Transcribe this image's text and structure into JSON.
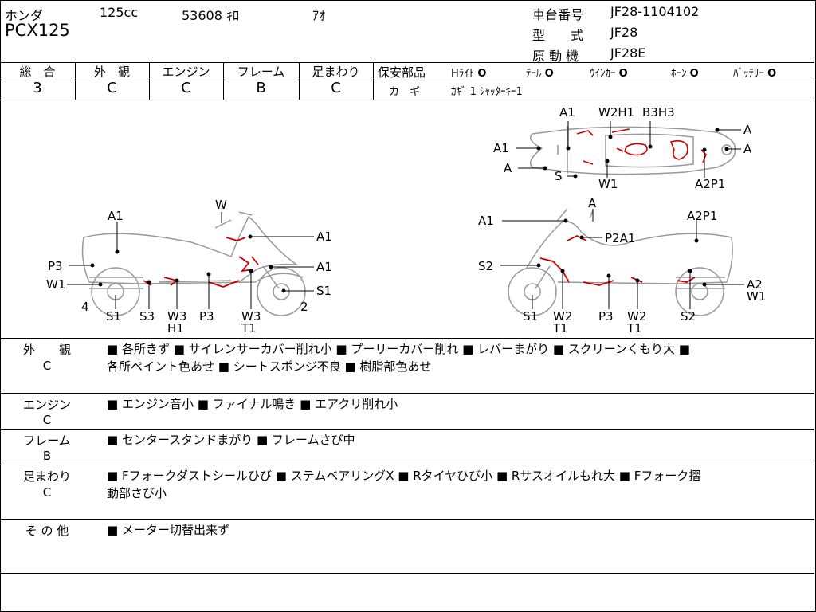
{
  "header": {
    "maker": "ホンダ",
    "displacement": "125cc",
    "mileage": "53608 ｷﾛ",
    "color": "ｱｵ",
    "model": "PCX125",
    "frame_no_label": "車台番号",
    "frame_no": "JF28-1104102",
    "type_label": "型　　式",
    "type_value": "JF28",
    "engine_label": "原 動 機",
    "engine_value": "JF28E"
  },
  "grades": {
    "headers": [
      "総　合",
      "外　観",
      "エンジン",
      "フレーム",
      "足まわり"
    ],
    "values": [
      "3",
      "C",
      "C",
      "B",
      "C"
    ]
  },
  "safety": {
    "label": "保安部品",
    "items": [
      {
        "name": "Hﾗｲﾄ",
        "mark": "O"
      },
      {
        "name": "ﾃｰﾙ",
        "mark": "O"
      },
      {
        "name": "ｳｲﾝｶｰ",
        "mark": "O"
      },
      {
        "name": "ﾎｰﾝ",
        "mark": "O"
      },
      {
        "name": "ﾊﾞｯﾃﾘｰ",
        "mark": "O"
      }
    ],
    "key_label": "カ　ギ",
    "key_value": "ｶｷﾞ 1 ｼｬｯﾀｰｷｰ1"
  },
  "diagram": {
    "top_labels": [
      "A1",
      "W2H1",
      "B3H3",
      "A",
      "A1",
      "A",
      "A",
      "S",
      "W1",
      "A2P1"
    ],
    "left_labels": [
      "W",
      "A1",
      "A1",
      "P3",
      "A1",
      "W1",
      "S1",
      "4",
      "2",
      "S1",
      "S3",
      "W3",
      "H1",
      "P3",
      "W3",
      "T1"
    ],
    "right_labels": [
      "A1",
      "A",
      "A2P1",
      "P2A1",
      "S2",
      "A2",
      "W1",
      "S1",
      "W2",
      "T1",
      "P3",
      "W2",
      "T1",
      "S2"
    ]
  },
  "sections": [
    {
      "label": "外　　観",
      "grade": "C",
      "lines": [
        "■ 各所きず ■ サイレンサーカバー削れ小 ■ プーリーカバー削れ ■ レバーまがり ■ スクリーンくもり大 ■",
        "各所ペイント色あせ ■ シートスポンジ不良 ■ 樹脂部色あせ"
      ]
    },
    {
      "label": "エンジン",
      "grade": "C",
      "lines": [
        "■ エンジン音小 ■ ファイナル鳴き ■ エアクリ削れ小"
      ]
    },
    {
      "label": "フレーム",
      "grade": "B",
      "lines": [
        "■ センタースタンドまがり ■ フレームさび中"
      ]
    },
    {
      "label": "足まわり",
      "grade": "C",
      "lines": [
        "■ Fフォークダストシールひび ■ ステムベアリングX ■ Rタイヤひび小 ■ Rサスオイルもれ大 ■ Fフォーク摺",
        "動部さび小"
      ]
    },
    {
      "label": "そ の 他",
      "grade": "",
      "lines": [
        "■ メーター切替出来ず"
      ]
    }
  ]
}
